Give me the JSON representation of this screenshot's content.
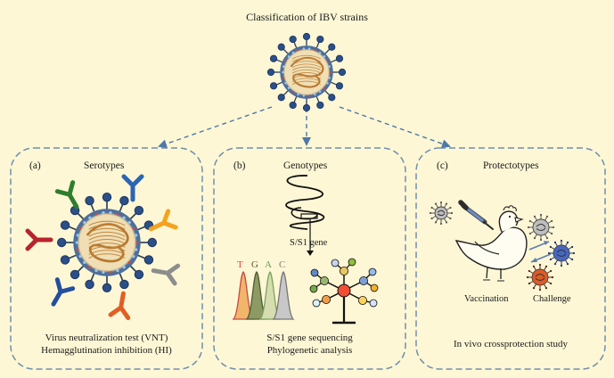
{
  "title": "Classification of IBV strains",
  "colors": {
    "background": "#fdf7d5",
    "panel_border": "#6f8fae",
    "arrow": "#4f79a8",
    "virus_core": "#f0dfb5",
    "virus_shell": "#4d6f9a",
    "virus_spike": "#2a4f89",
    "rna_strand": "#b8772d"
  },
  "panels": [
    {
      "letter": "(a)",
      "heading": "Serotypes",
      "captions": [
        "Virus neutralization test (VNT)",
        "Hemagglutination inhibition (HI)"
      ],
      "icons": [
        "ibv-virus-icon",
        "antibody-icon"
      ]
    },
    {
      "letter": "(b)",
      "heading": "Genotypes",
      "gene_label": "S/S1 gene",
      "sequence_letters": [
        "T",
        "G",
        "A",
        "C"
      ],
      "captions": [
        "S/S1 gene sequencing",
        "Phylogenetic analysis"
      ],
      "icons": [
        "coiled-gene-icon",
        "sequencing-peaks-icon",
        "phylogenetic-tree-icon"
      ]
    },
    {
      "letter": "(c)",
      "heading": "Protectotypes",
      "vaccination_label": "Vaccination",
      "challenge_label": "Challenge",
      "captions": [
        "In vivo crossprotection study"
      ],
      "icons": [
        "chicken-icon",
        "dropper-icon",
        "bidirectional-arrow-icon",
        "challenge-virus-icon"
      ]
    }
  ]
}
